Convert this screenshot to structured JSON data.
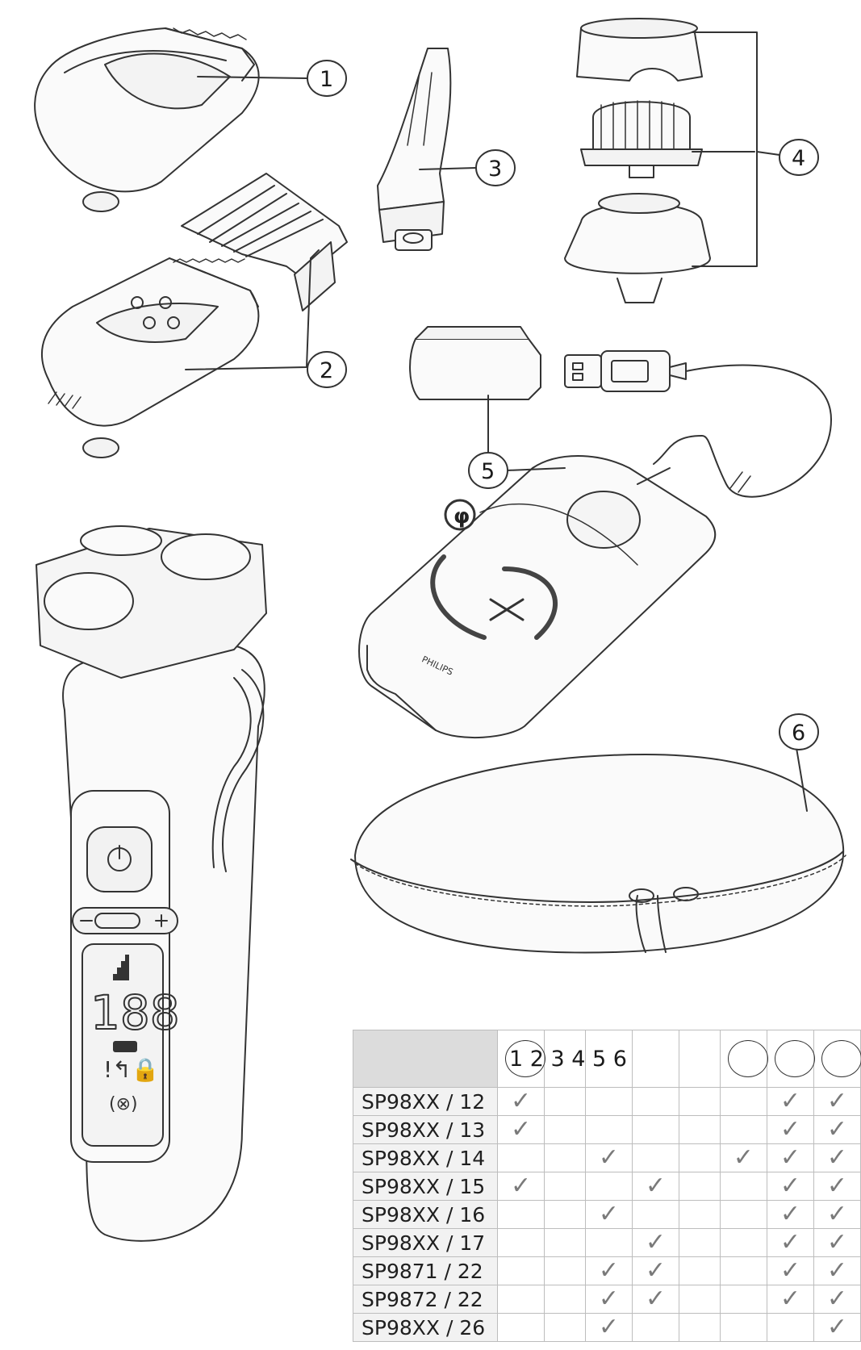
{
  "callouts": [
    "1",
    "2",
    "3",
    "4",
    "5",
    "6"
  ],
  "device": {
    "brand": "PHILIPS",
    "display_digits": "188"
  },
  "table": {
    "header_labels": [
      "1 2 3 4 5 6",
      "",
      "",
      "",
      "",
      "",
      "",
      ""
    ],
    "check_glyph": "✓",
    "rows": [
      {
        "model": "SP98XX / 12",
        "checks": [
          1,
          0,
          0,
          0,
          0,
          0,
          1,
          1
        ]
      },
      {
        "model": "SP98XX / 13",
        "checks": [
          1,
          0,
          0,
          0,
          0,
          0,
          1,
          1
        ]
      },
      {
        "model": "SP98XX / 14",
        "checks": [
          0,
          0,
          1,
          0,
          0,
          1,
          1,
          1
        ]
      },
      {
        "model": "SP98XX / 15",
        "checks": [
          1,
          0,
          0,
          1,
          0,
          0,
          1,
          1
        ]
      },
      {
        "model": "SP98XX / 16",
        "checks": [
          0,
          0,
          1,
          0,
          0,
          0,
          1,
          1
        ]
      },
      {
        "model": "SP98XX / 17",
        "checks": [
          0,
          0,
          0,
          1,
          0,
          0,
          1,
          1
        ]
      },
      {
        "model": "SP9871 / 22",
        "checks": [
          0,
          0,
          1,
          1,
          0,
          0,
          1,
          1
        ]
      },
      {
        "model": "SP9872 / 22",
        "checks": [
          0,
          0,
          1,
          1,
          0,
          0,
          1,
          1
        ]
      },
      {
        "model": "SP98XX / 26",
        "checks": [
          0,
          0,
          1,
          0,
          0,
          0,
          0,
          1
        ]
      }
    ]
  }
}
